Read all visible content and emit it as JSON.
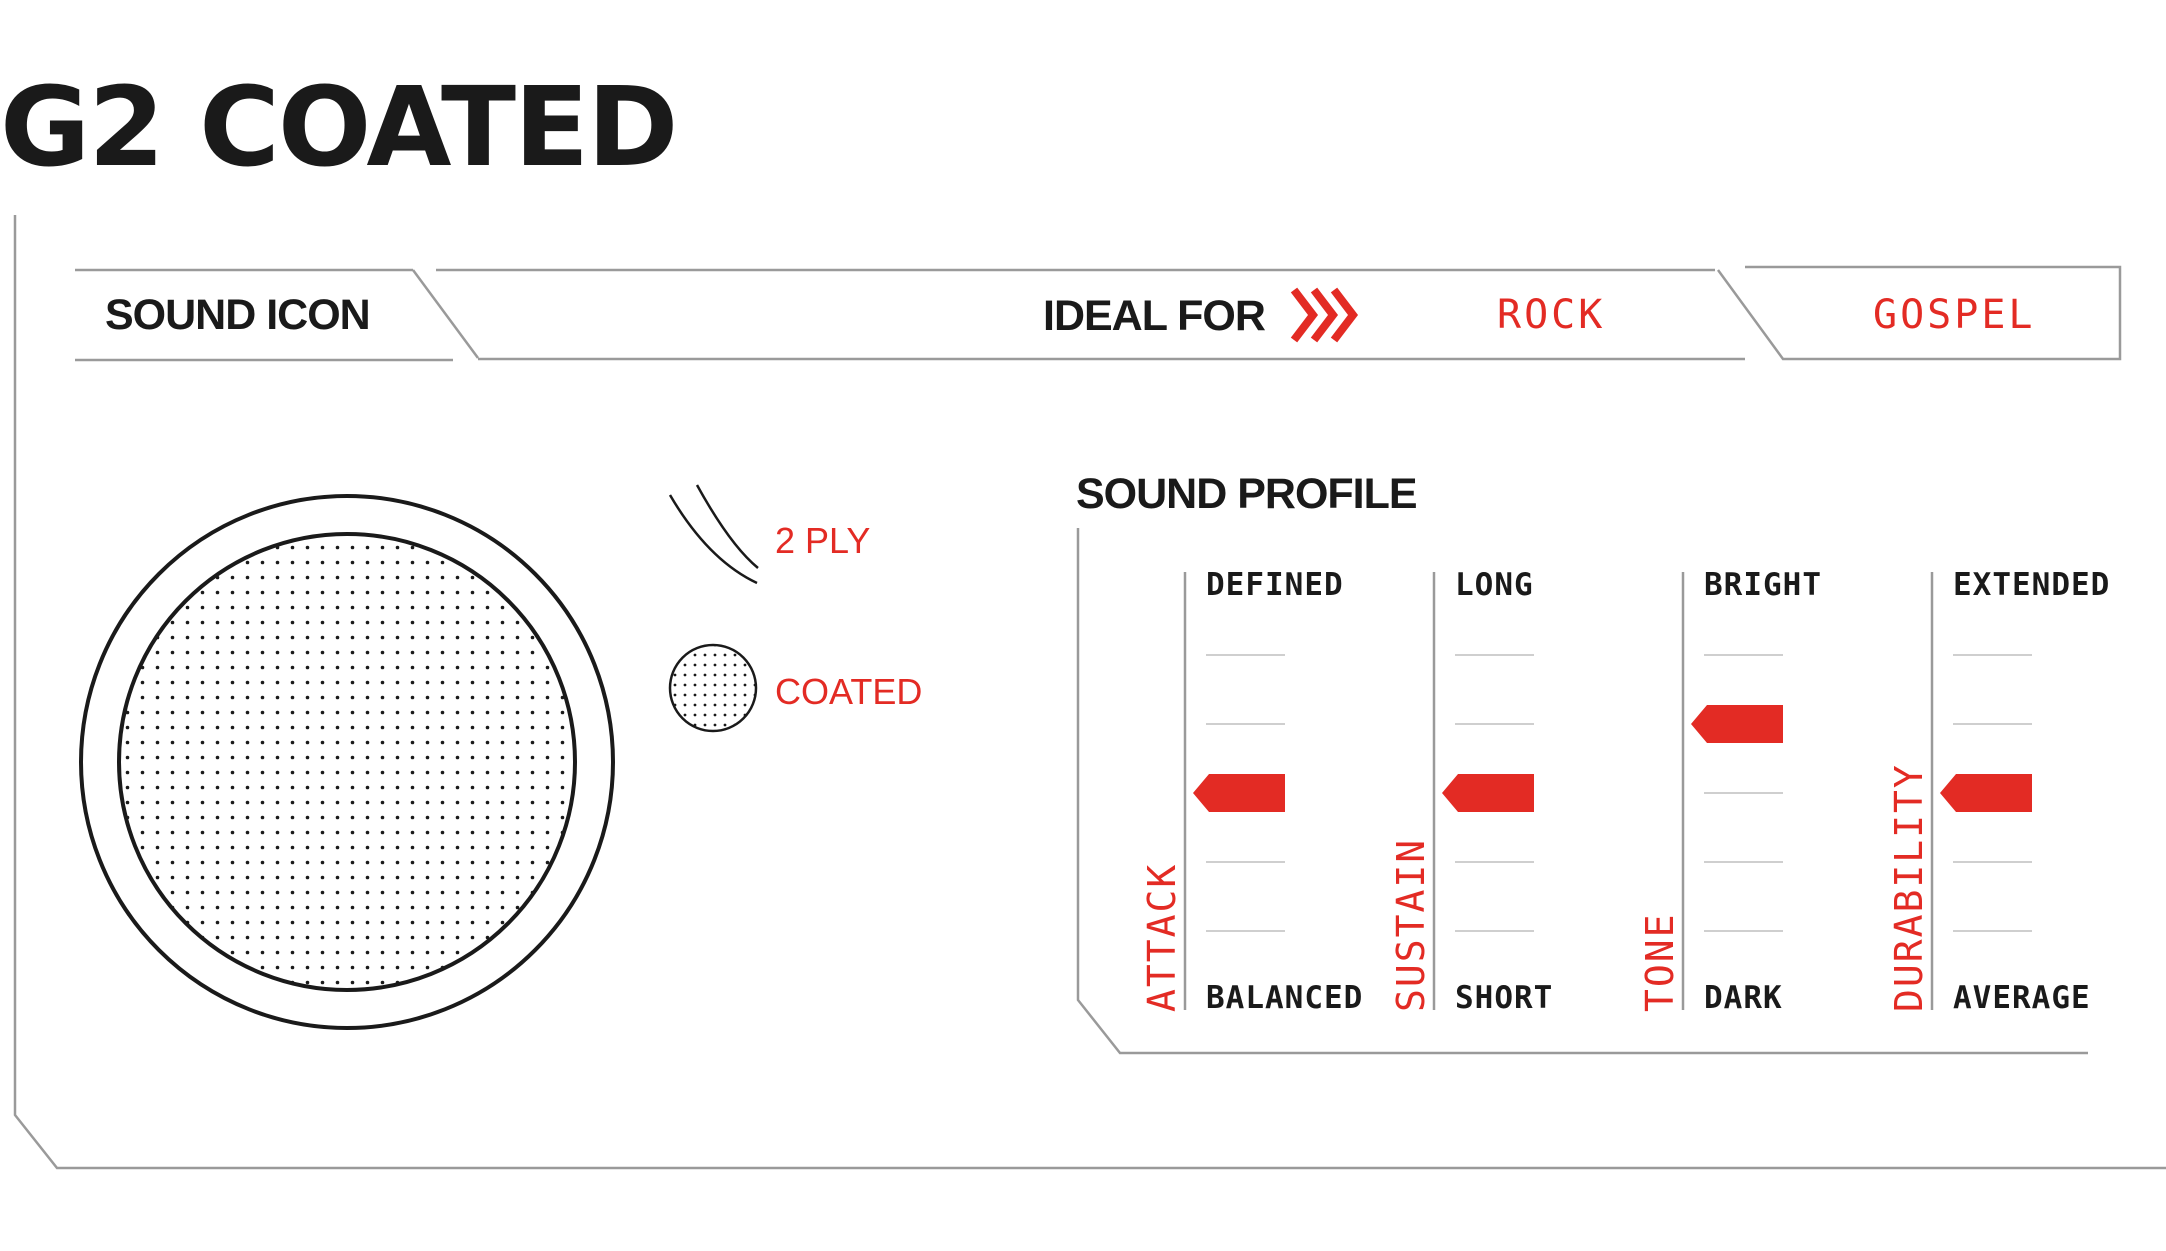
{
  "title": "G2 COATED",
  "header": {
    "sound_icon_label": "SOUND ICON",
    "ideal_for_label": "IDEAL FOR",
    "ideal_for_icon": "triple-chevron-right-icon",
    "genres": [
      "ROCK",
      "GOSPEL"
    ]
  },
  "legend": {
    "ply_label": "2 PLY",
    "ply_icon": "two-arc-lines-icon",
    "coating_label": "COATED",
    "coating_icon": "dotted-circle-icon",
    "drum_icon": "dotted-drumhead-icon"
  },
  "sound_profile": {
    "title": "SOUND PROFILE",
    "scale_steps": 6,
    "meters": [
      {
        "name": "ATTACK",
        "top": "DEFINED",
        "bottom": "BALANCED",
        "level": 3
      },
      {
        "name": "SUSTAIN",
        "top": "LONG",
        "bottom": "SHORT",
        "level": 3
      },
      {
        "name": "TONE",
        "top": "BRIGHT",
        "bottom": "DARK",
        "level": 4
      },
      {
        "name": "DURABILITY",
        "top": "EXTENDED",
        "bottom": "AVERAGE",
        "level": 3
      }
    ]
  },
  "colors": {
    "accent": "#e32b24",
    "text": "#1a1a1a",
    "line": "#9a9a9a",
    "rule": "#c8c8c8"
  }
}
